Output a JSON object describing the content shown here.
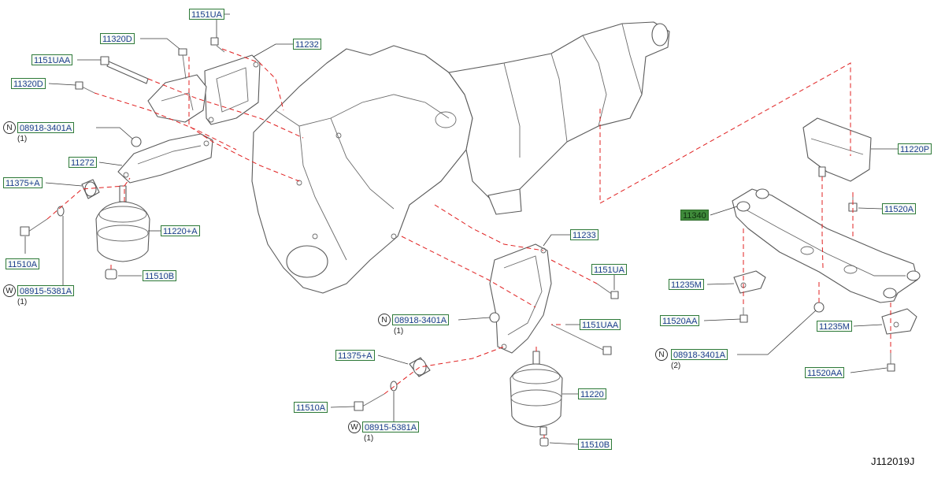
{
  "diagram_code": "J112019J",
  "labels": {
    "l1151ua_top": "1151UA",
    "l11320d_a": "11320D",
    "l11232": "11232",
    "l1151uaa_a": "1151UAA",
    "l11320d_b": "11320D",
    "l08918_a": "08918-3401A",
    "l11272": "11272",
    "l11375_a": "11375+A",
    "l11220_a": "11220+A",
    "l11510a_a": "11510A",
    "l11510b_a": "11510B",
    "l08915_a": "08915-5381A",
    "l11233": "11233",
    "l1151ua_b": "1151UA",
    "l08918_b": "08918-3401A",
    "l1151uaa_b": "1151UAA",
    "l11375_b": "11375+A",
    "l11220": "11220",
    "l11510a_b": "11510A",
    "l08915_b": "08915-5381A",
    "l11510b_b": "11510B",
    "l11220p": "11220P",
    "l11340": "11340",
    "l11520a": "11520A",
    "l11235m_a": "11235M",
    "l11520aa_a": "11520AA",
    "l11235m_b": "11235M",
    "l08918_c": "08918-3401A",
    "l11520aa_b": "11520AA"
  },
  "symbols": {
    "n": "N",
    "w": "W"
  },
  "quantities": {
    "q1a": "(1)",
    "q1b": "(1)",
    "q1c": "(1)",
    "q1d": "(1)",
    "q2": "(2)"
  },
  "colors": {
    "label_text": "#1a3c8c",
    "label_border": "#2f7a3a",
    "highlight": "#3f8a3a",
    "dashed_line": "#e02020",
    "part_outline": "#5a5a5a"
  }
}
